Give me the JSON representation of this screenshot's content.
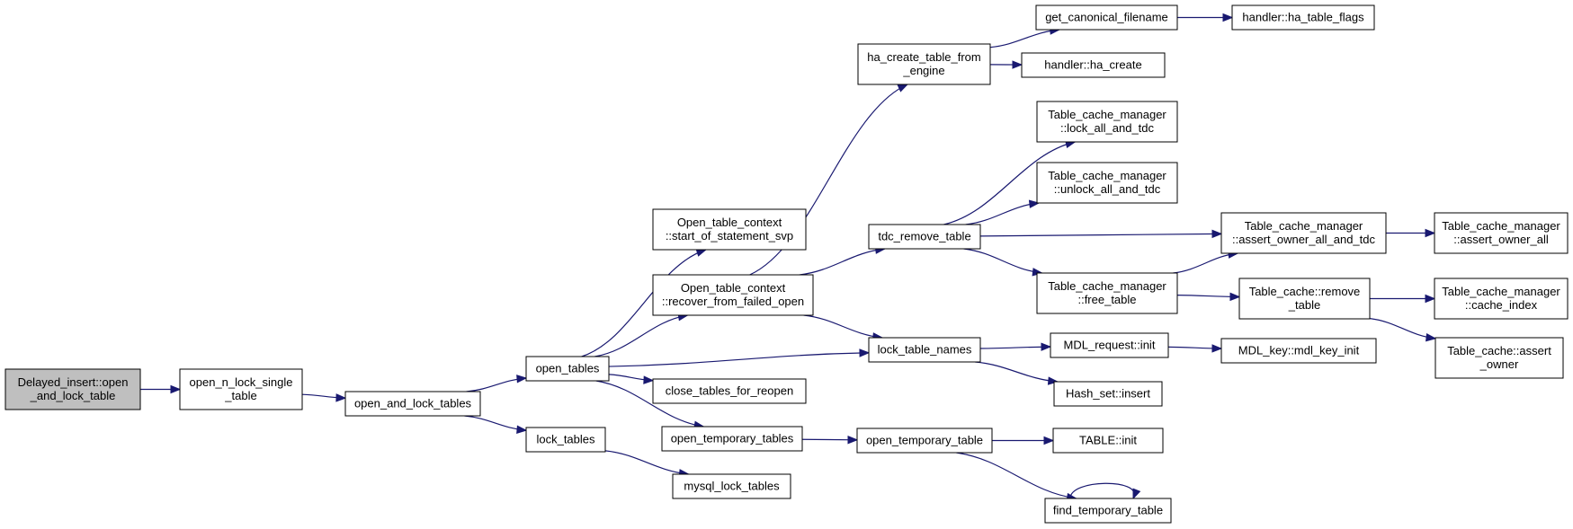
{
  "diagram": {
    "type": "call-graph",
    "colors": {
      "edge": "#191970",
      "root_fill": "#bfbfbf",
      "node_fill": "#ffffff",
      "node_border": "#000000"
    },
    "nodes": [
      {
        "id": "n1",
        "lines": [
          "Delayed_insert::open",
          "_and_lock_table"
        ],
        "root": true
      },
      {
        "id": "n2",
        "lines": [
          "open_n_lock_single",
          "_table"
        ]
      },
      {
        "id": "n3",
        "lines": [
          "open_and_lock_tables"
        ]
      },
      {
        "id": "n4",
        "lines": [
          "open_tables"
        ]
      },
      {
        "id": "n5",
        "lines": [
          "lock_tables"
        ]
      },
      {
        "id": "n6",
        "lines": [
          "mysql_lock_tables"
        ]
      },
      {
        "id": "n7",
        "lines": [
          "Open_table_context",
          "::start_of_statement_svp"
        ]
      },
      {
        "id": "n8",
        "lines": [
          "Open_table_context",
          "::recover_from_failed_open"
        ]
      },
      {
        "id": "n9",
        "lines": [
          "close_tables_for_reopen"
        ]
      },
      {
        "id": "n10",
        "lines": [
          "open_temporary_tables"
        ]
      },
      {
        "id": "n11",
        "lines": [
          "ha_create_table_from",
          "_engine"
        ]
      },
      {
        "id": "n12",
        "lines": [
          "tdc_remove_table"
        ]
      },
      {
        "id": "n13",
        "lines": [
          "lock_table_names"
        ]
      },
      {
        "id": "n14",
        "lines": [
          "open_temporary_table"
        ]
      },
      {
        "id": "n15",
        "lines": [
          "get_canonical_filename"
        ]
      },
      {
        "id": "n16",
        "lines": [
          "handler::ha_create"
        ]
      },
      {
        "id": "n17",
        "lines": [
          "handler::ha_table_flags"
        ]
      },
      {
        "id": "n18",
        "lines": [
          "Table_cache_manager",
          "::lock_all_and_tdc"
        ]
      },
      {
        "id": "n19",
        "lines": [
          "Table_cache_manager",
          "::unlock_all_and_tdc"
        ]
      },
      {
        "id": "n20",
        "lines": [
          "Table_cache_manager",
          "::free_table"
        ]
      },
      {
        "id": "n21",
        "lines": [
          "Table_cache_manager",
          "::assert_owner_all_and_tdc"
        ]
      },
      {
        "id": "n22",
        "lines": [
          "Table_cache_manager",
          "::assert_owner_all"
        ]
      },
      {
        "id": "n23",
        "lines": [
          "Table_cache::remove",
          "_table"
        ]
      },
      {
        "id": "n24",
        "lines": [
          "Table_cache_manager",
          "::cache_index"
        ]
      },
      {
        "id": "n25",
        "lines": [
          "Table_cache::assert",
          "_owner"
        ]
      },
      {
        "id": "n26",
        "lines": [
          "MDL_request::init"
        ]
      },
      {
        "id": "n27",
        "lines": [
          "MDL_key::mdl_key_init"
        ]
      },
      {
        "id": "n28",
        "lines": [
          "Hash_set::insert"
        ]
      },
      {
        "id": "n29",
        "lines": [
          "TABLE::init"
        ]
      },
      {
        "id": "n30",
        "lines": [
          "find_temporary_table"
        ]
      }
    ],
    "edges": [
      {
        "from": "n1",
        "to": "n2"
      },
      {
        "from": "n2",
        "to": "n3"
      },
      {
        "from": "n3",
        "to": "n4"
      },
      {
        "from": "n3",
        "to": "n5"
      },
      {
        "from": "n5",
        "to": "n6"
      },
      {
        "from": "n4",
        "to": "n7"
      },
      {
        "from": "n4",
        "to": "n8"
      },
      {
        "from": "n4",
        "to": "n9"
      },
      {
        "from": "n4",
        "to": "n10"
      },
      {
        "from": "n4",
        "to": "n13"
      },
      {
        "from": "n8",
        "to": "n11"
      },
      {
        "from": "n8",
        "to": "n12"
      },
      {
        "from": "n8",
        "to": "n13"
      },
      {
        "from": "n10",
        "to": "n14"
      },
      {
        "from": "n11",
        "to": "n15"
      },
      {
        "from": "n11",
        "to": "n16"
      },
      {
        "from": "n15",
        "to": "n17"
      },
      {
        "from": "n12",
        "to": "n18"
      },
      {
        "from": "n12",
        "to": "n19"
      },
      {
        "from": "n12",
        "to": "n20"
      },
      {
        "from": "n12",
        "to": "n21"
      },
      {
        "from": "n20",
        "to": "n21"
      },
      {
        "from": "n20",
        "to": "n23"
      },
      {
        "from": "n21",
        "to": "n22"
      },
      {
        "from": "n23",
        "to": "n24"
      },
      {
        "from": "n23",
        "to": "n25"
      },
      {
        "from": "n13",
        "to": "n26"
      },
      {
        "from": "n13",
        "to": "n28"
      },
      {
        "from": "n26",
        "to": "n27"
      },
      {
        "from": "n14",
        "to": "n29"
      },
      {
        "from": "n14",
        "to": "n30"
      },
      {
        "from": "n30",
        "to": "n30"
      }
    ]
  }
}
